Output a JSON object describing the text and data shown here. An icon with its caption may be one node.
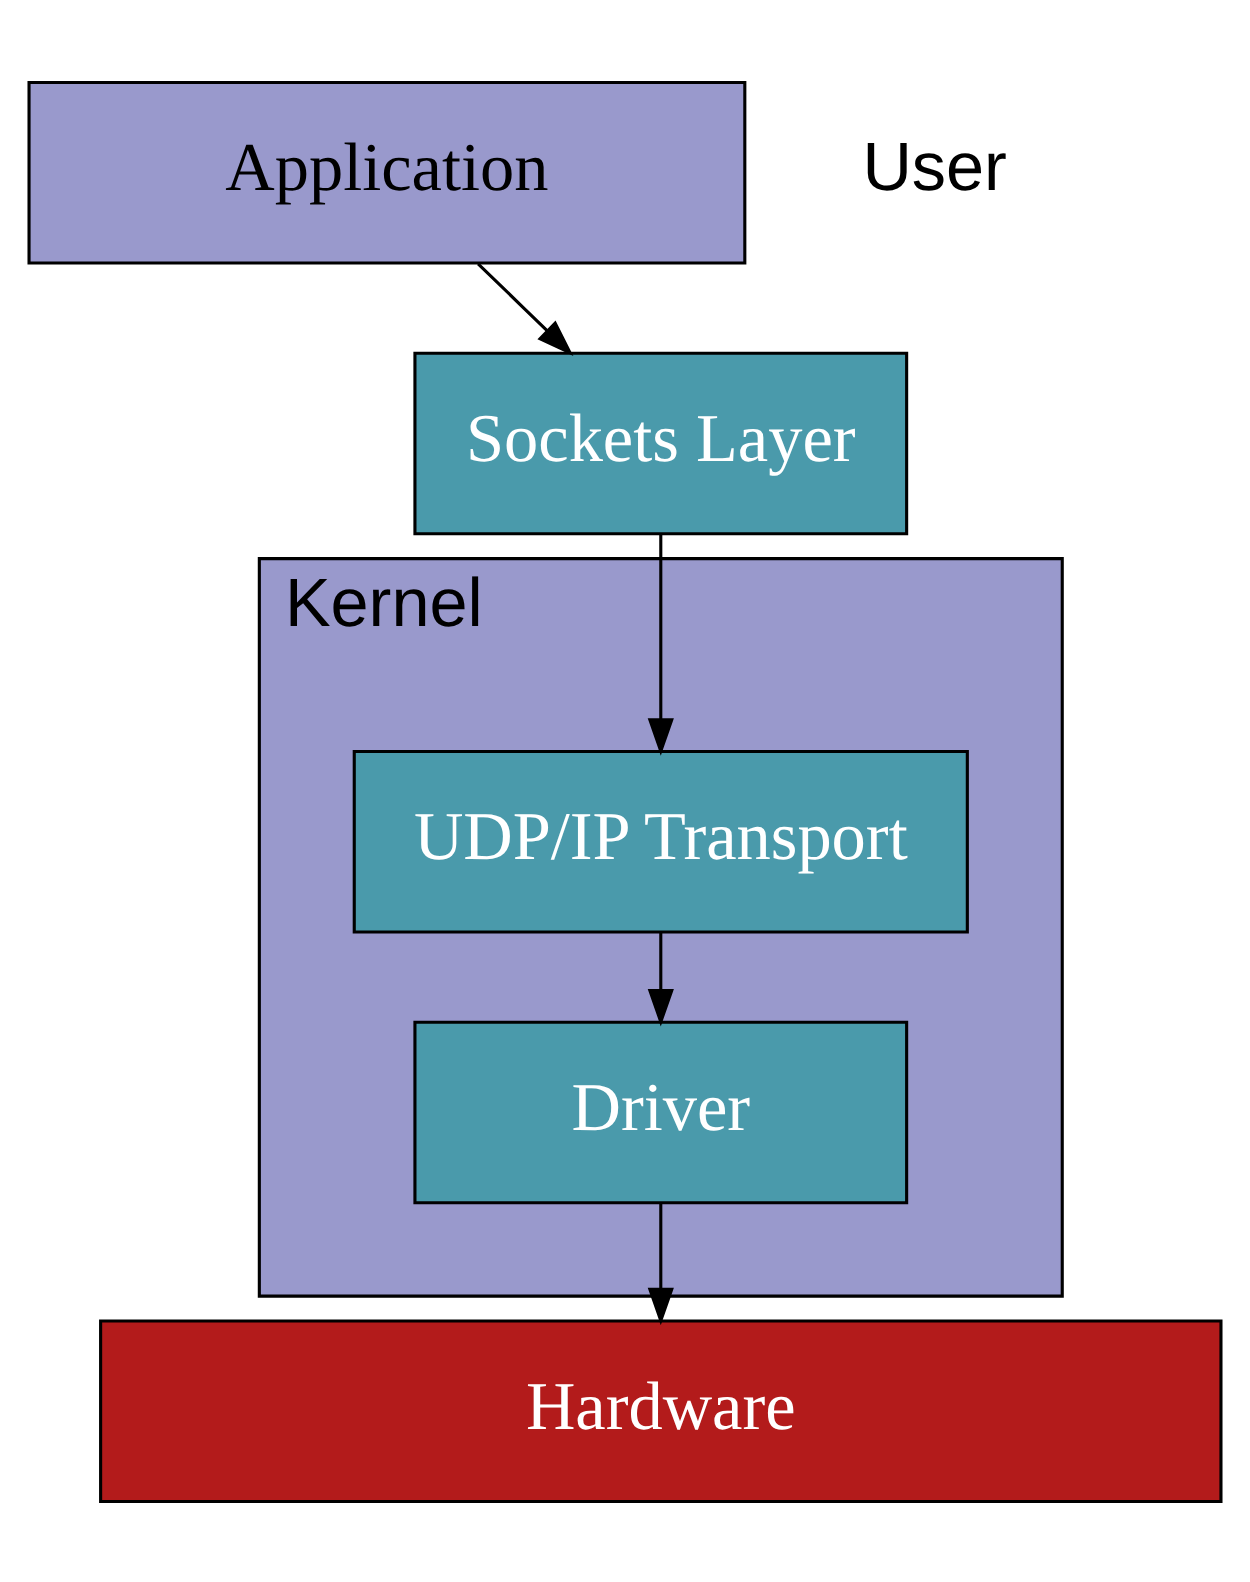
{
  "diagram": {
    "nodes": [
      {
        "text": [
          "Application"
        ]
      },
      {
        "text": [
          "Kernel"
        ]
      },
      {
        "text": [
          "Sockets Layer"
        ]
      },
      {
        "text": [
          "UDP/IP Transport"
        ],
        "in": 1
      },
      {
        "text": [
          "Driver"
        ],
        "in": 1
      },
      {
        "text": [
          "Hardware"
        ]
      }
    ],
    "edges": [
      {
        "from": 0,
        "to": 2,
        "arrow": "to"
      },
      {
        "from": 2,
        "to": 3,
        "arrow": "to"
      },
      {
        "from": 3,
        "to": 4,
        "arrow": "to"
      },
      {
        "from": 4,
        "to": 5,
        "arrow": "to"
      }
    ],
    "labels": [
      "User"
    ]
  }
}
